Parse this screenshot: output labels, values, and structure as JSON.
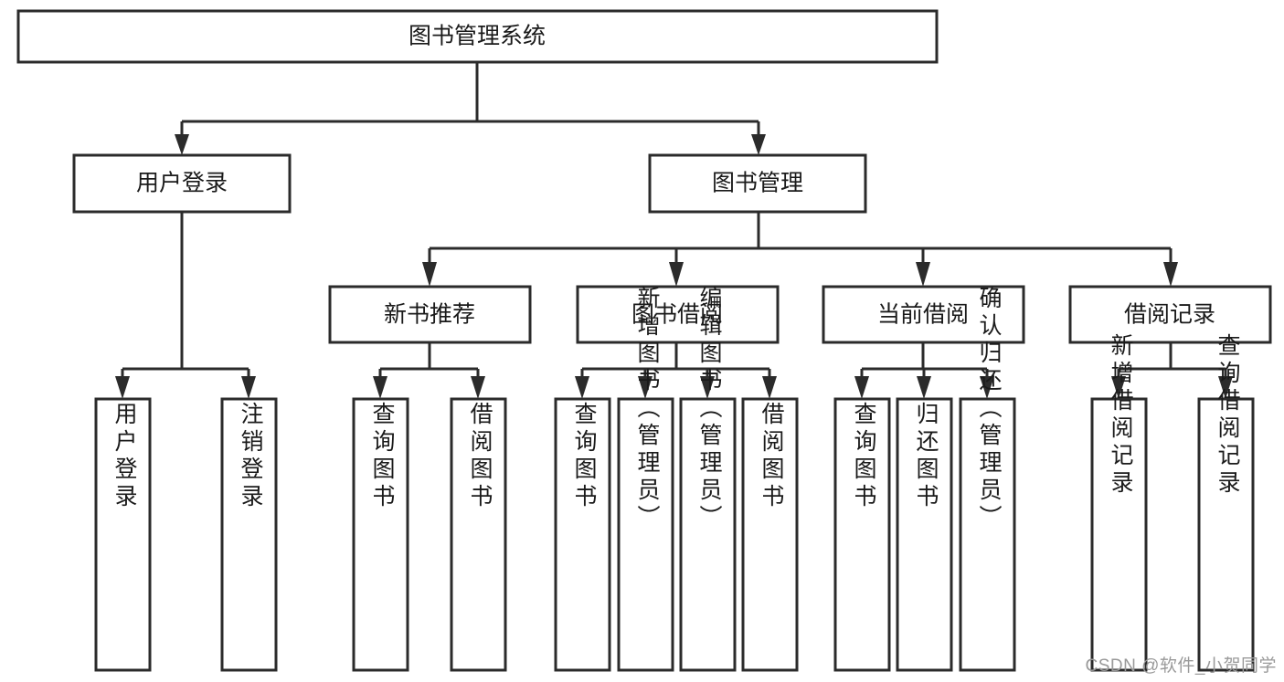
{
  "diagram": {
    "type": "tree-hierarchy",
    "title": "图书管理系统",
    "levels": 4,
    "root": {
      "id": "root",
      "label": "图书管理系统",
      "orientation": "horizontal"
    },
    "level2": [
      {
        "id": "user-login",
        "label": "用户登录",
        "orientation": "horizontal"
      },
      {
        "id": "book-manage",
        "label": "图书管理",
        "orientation": "horizontal"
      }
    ],
    "level3": [
      {
        "id": "new-book-recommend",
        "label": "新书推荐",
        "parent": "book-manage",
        "orientation": "horizontal"
      },
      {
        "id": "book-borrow",
        "label": "图书借阅",
        "parent": "book-manage",
        "orientation": "horizontal"
      },
      {
        "id": "current-borrow",
        "label": "当前借阅",
        "parent": "book-manage",
        "orientation": "horizontal"
      },
      {
        "id": "borrow-record",
        "label": "借阅记录",
        "parent": "book-manage",
        "orientation": "horizontal"
      }
    ],
    "leaves": [
      {
        "id": "leaf-user-login",
        "label": "用户登录",
        "parent": "user-login",
        "orientation": "vertical"
      },
      {
        "id": "leaf-user-logout",
        "label": "注销登录",
        "parent": "user-login",
        "orientation": "vertical"
      },
      {
        "id": "leaf-query-book-1",
        "label": "查询图书",
        "parent": "new-book-recommend",
        "orientation": "vertical"
      },
      {
        "id": "leaf-borrow-book-1",
        "label": "借阅图书",
        "parent": "new-book-recommend",
        "orientation": "vertical"
      },
      {
        "id": "leaf-query-book-2",
        "label": "查询图书",
        "parent": "book-borrow",
        "orientation": "vertical"
      },
      {
        "id": "leaf-add-book",
        "label": "新增图书（管理员）",
        "parent": "book-borrow",
        "orientation": "vertical"
      },
      {
        "id": "leaf-edit-book",
        "label": "编辑图书（管理员）",
        "parent": "book-borrow",
        "orientation": "vertical"
      },
      {
        "id": "leaf-borrow-book-2",
        "label": "借阅图书",
        "parent": "book-borrow",
        "orientation": "vertical"
      },
      {
        "id": "leaf-query-book-3",
        "label": "查询图书",
        "parent": "current-borrow",
        "orientation": "vertical"
      },
      {
        "id": "leaf-return-book",
        "label": "归还图书",
        "parent": "current-borrow",
        "orientation": "vertical"
      },
      {
        "id": "leaf-confirm-return",
        "label": "确认归还（管理员）",
        "parent": "current-borrow",
        "orientation": "vertical"
      },
      {
        "id": "leaf-add-record",
        "label": "新增借阅记录",
        "parent": "borrow-record",
        "orientation": "vertical"
      },
      {
        "id": "leaf-query-record",
        "label": "查询借阅记录",
        "parent": "borrow-record",
        "orientation": "vertical"
      }
    ]
  },
  "watermark": {
    "text": "CSDN @软件_小贺同学"
  },
  "colors": {
    "box_border": "#2b2b2b",
    "box_fill": "#ffffff",
    "text": "#1a1a1a",
    "connector": "#2b2b2b",
    "watermark": "#9a9a9a",
    "background": "#ffffff"
  }
}
